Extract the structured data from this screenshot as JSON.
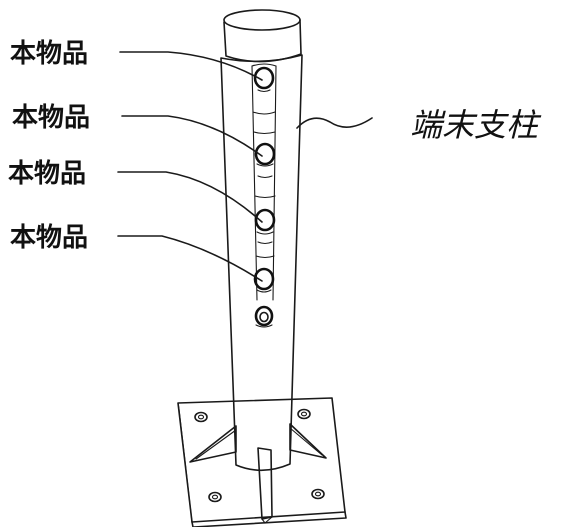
{
  "labels": {
    "item_1": "本物品",
    "item_2": "本物品",
    "item_3": "本物品",
    "item_4": "本物品",
    "post": "端末支柱"
  },
  "colors": {
    "ink": "#1a1a1a",
    "background": "#ffffff"
  }
}
